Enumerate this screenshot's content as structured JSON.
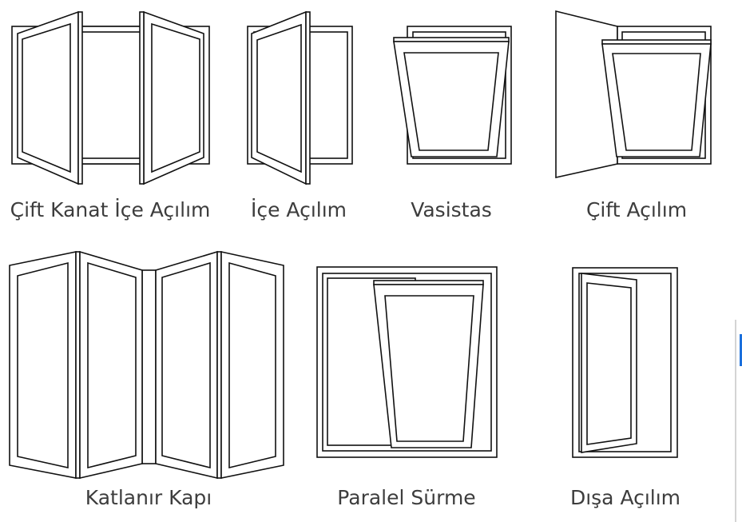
{
  "diagram": {
    "items": [
      {
        "label": "Çift Kanat İçe Açılım"
      },
      {
        "label": "İçe Açılım"
      },
      {
        "label": "Vasistas"
      },
      {
        "label": "Çift Açılım"
      },
      {
        "label": "Katlanır Kapı"
      },
      {
        "label": "Paralel Sürme"
      },
      {
        "label": "Dışa Açılım"
      }
    ]
  },
  "colors": {
    "line": "#111111",
    "text": "#3d3d3d",
    "accent": "#1a6fdc"
  }
}
